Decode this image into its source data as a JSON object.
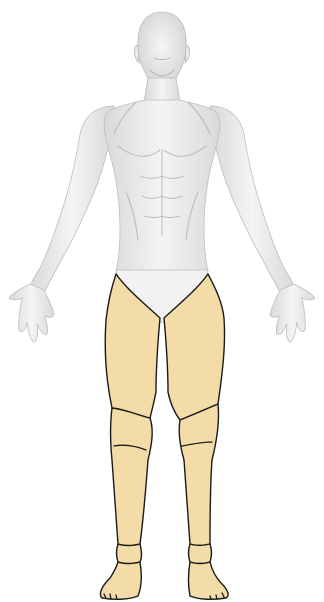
{
  "figure": {
    "view": "anterior",
    "colors": {
      "skin": "#ededed",
      "skin_shadow": "#cfcfcf",
      "contour": "#b4b4b4",
      "highlight": "#f3dca7",
      "outline": "#1a1a1a"
    },
    "highlighted_regions": [
      "right-thigh",
      "left-thigh",
      "right-knee",
      "left-knee",
      "right-lower-leg",
      "left-lower-leg",
      "right-ankle",
      "left-ankle"
    ]
  }
}
